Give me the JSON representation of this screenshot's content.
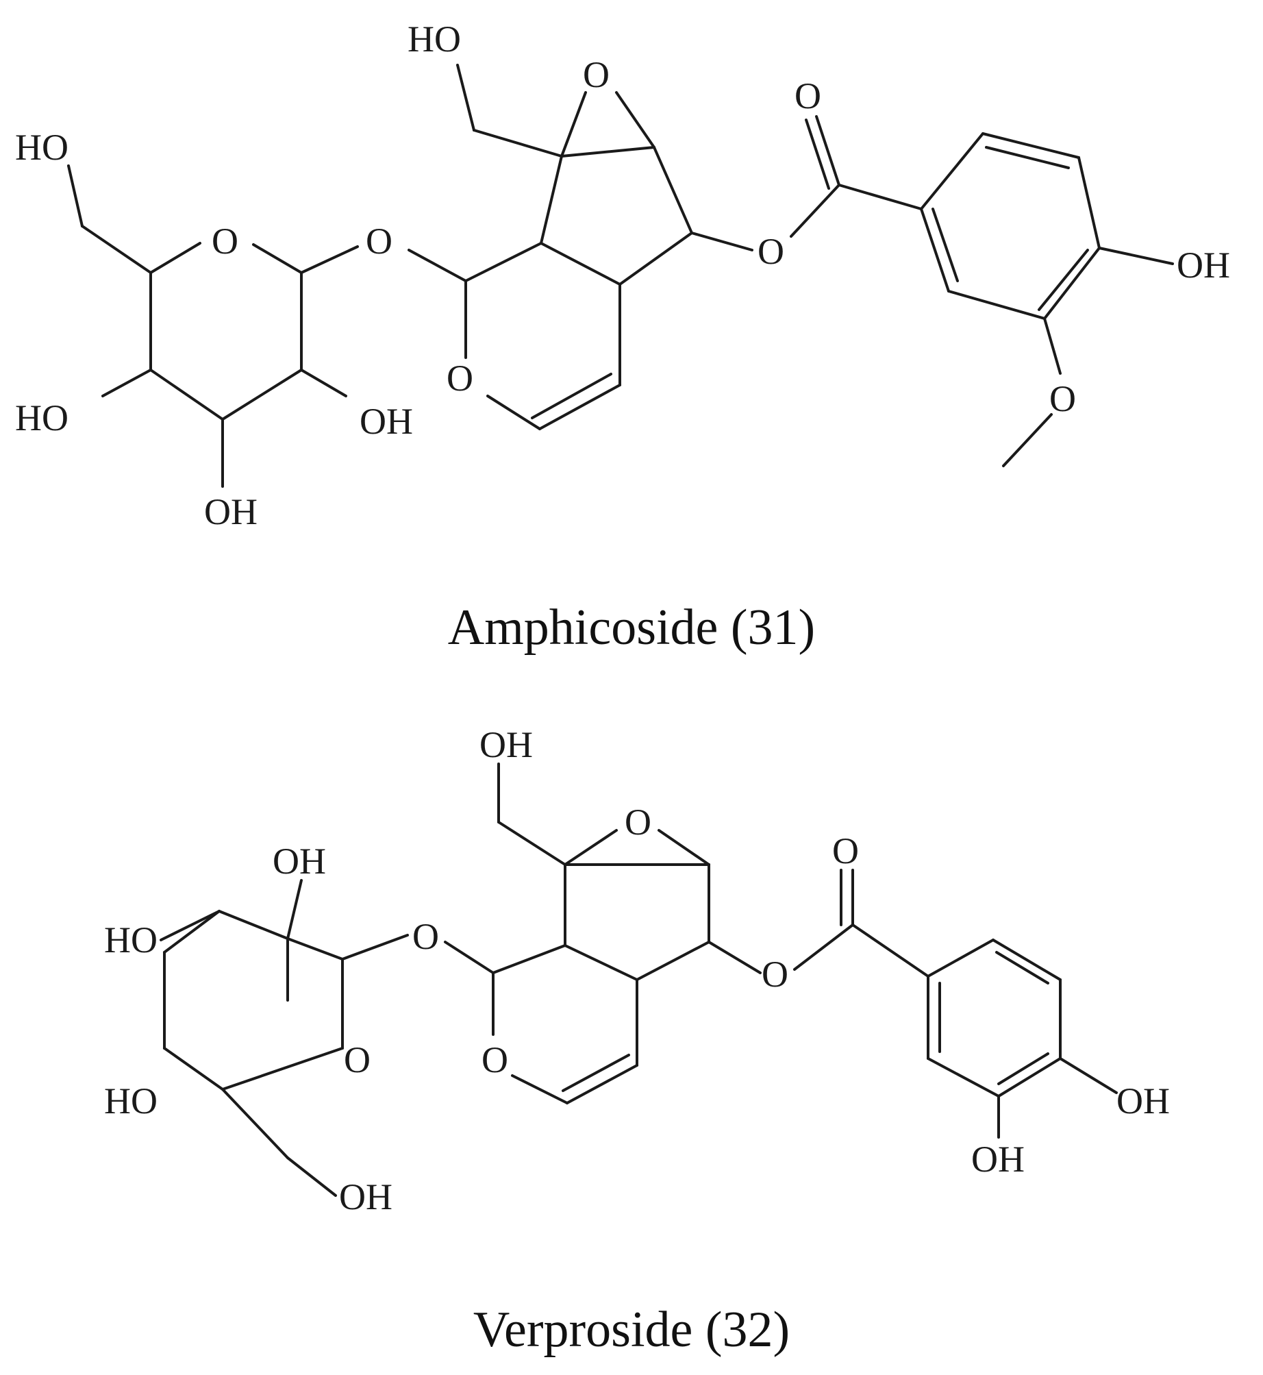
{
  "compounds": [
    {
      "name": "Amphicoside (31)",
      "labels": {
        "ho_top": "HO",
        "o_epoxide": "O",
        "o_carbonyl": "O",
        "ho_sugar_ch2": "HO",
        "o_ring": "O",
        "o_glycoside": "O",
        "o_ester": "O",
        "oh_aryl": "OH",
        "o_pyran": "O",
        "o_methoxy": "O",
        "ho_left": "HO",
        "oh_right": "OH",
        "oh_bottom": "OH"
      }
    },
    {
      "name": "Verproside (32)",
      "labels": {
        "oh_top": "OH",
        "o_epoxide": "O",
        "o_carbonyl": "O",
        "oh_sugar_top": "OH",
        "ho_upper": "HO",
        "o_glycoside": "O",
        "o_ester": "O",
        "o_ring": "O",
        "o_pyran": "O",
        "ho_lower": "HO",
        "oh_aryl_4": "OH",
        "oh_aryl_3": "OH",
        "oh_ch2": "OH"
      }
    }
  ]
}
